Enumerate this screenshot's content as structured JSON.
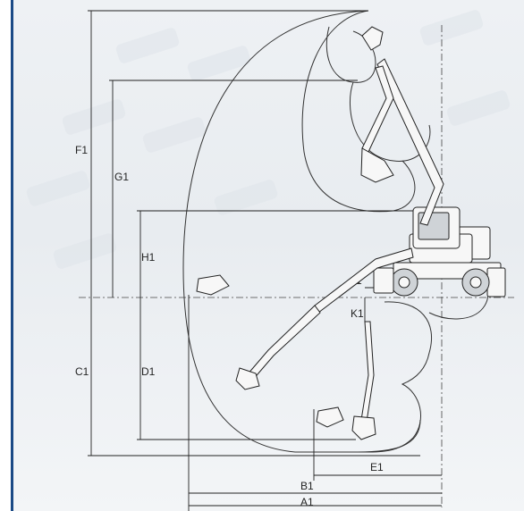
{
  "labels": {
    "F1": "F1",
    "G1": "G1",
    "H1": "H1",
    "C1": "C1",
    "D1": "D1",
    "J1": "J1",
    "K1": "K1",
    "E1": "E1",
    "B1": "B1",
    "A1": "A1"
  },
  "colors": {
    "accent_bar": "#1b4a86",
    "line": "#222222",
    "background": "#eef1f4"
  }
}
